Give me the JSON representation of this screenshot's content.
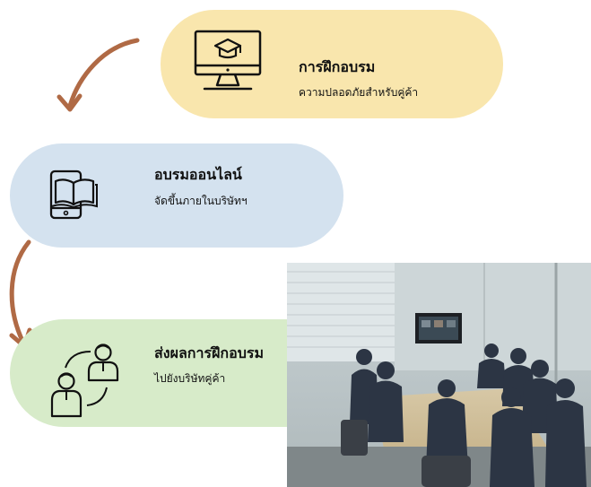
{
  "steps": [
    {
      "title": "การฝึกอบรม",
      "subtitle": "ความปลอดภัยสำหรับคู่ค้า",
      "icon": "computer-training-icon",
      "color": "#f9e6ad"
    },
    {
      "title": "อบรมออนไลน์",
      "subtitle": "จัดขึ้นภายในบริษัทฯ",
      "icon": "mobile-book-icon",
      "color": "#d4e2ef"
    },
    {
      "title": "ส่งผลการฝึกอบรม",
      "subtitle": "ไปยังบริษัทคู่ค้า",
      "icon": "people-exchange-icon",
      "color": "#d7ebc9"
    }
  ],
  "arrow_color": "#b06a45",
  "photo": {
    "description_icon": "meeting-room-photo"
  }
}
